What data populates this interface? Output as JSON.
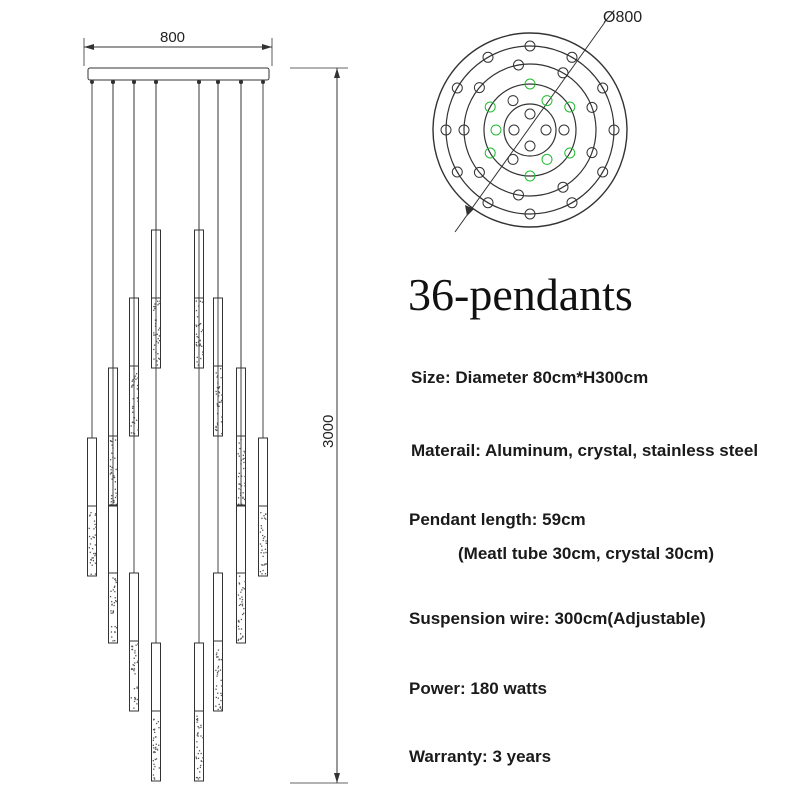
{
  "side_view": {
    "width_label": "800",
    "height_label": "3000"
  },
  "top_view": {
    "diameter_label": "Ø800",
    "accent_color": "#22bb33"
  },
  "title": "36-pendants",
  "specs": [
    "Size: Diameter 80cm*H300cm",
    "Materail: Aluminum, crystal, stainless steel",
    "Pendant length: 59cm",
    "(Meatl tube 30cm, crystal 30cm)",
    "Suspension wire: 300cm(Adjustable)",
    "Power: 180 watts",
    "Warranty: 3 years"
  ]
}
